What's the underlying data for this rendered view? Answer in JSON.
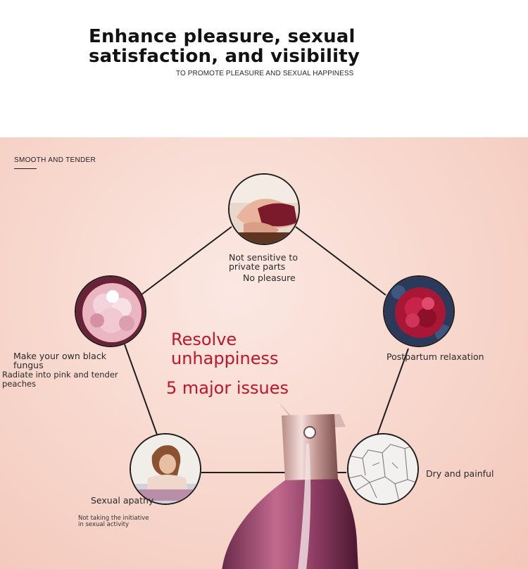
{
  "header": {
    "headline": "Enhance pleasure, sexual satisfaction, and visibility",
    "subline": "TO PROMOTE PLEASURE AND SEXUAL HAPPINESS"
  },
  "panel": {
    "section_label": "SMOOTH AND TENDER",
    "center": {
      "line1": "Resolve",
      "line2": "unhappiness",
      "line3": "5 major issues"
    },
    "issues": [
      {
        "id": "top",
        "image": "woman-photo",
        "lines": [
          "Not sensitive to",
          "private parts"
        ],
        "extra": "No pleasure"
      },
      {
        "id": "right",
        "image": "red-flower-photo",
        "lines": [
          "Postpartum relaxation"
        ]
      },
      {
        "id": "lower-right",
        "image": "cracked-ground-photo",
        "lines": [
          "Dry and painful"
        ]
      },
      {
        "id": "lower-left",
        "image": "distressed-woman-photo",
        "lines": [
          "Sexual apathy"
        ],
        "note": [
          "Not taking the initiative",
          "in sexual activity"
        ]
      },
      {
        "id": "left",
        "image": "pink-flower-photo",
        "lines": [
          "Make your own black",
          "fungus"
        ],
        "extra": [
          "Radiate into pink and tender",
          "peaches"
        ]
      }
    ],
    "colors": {
      "accent": "#c4142a",
      "background": "#f8d9cf",
      "lines": "#1e1e1e"
    }
  }
}
